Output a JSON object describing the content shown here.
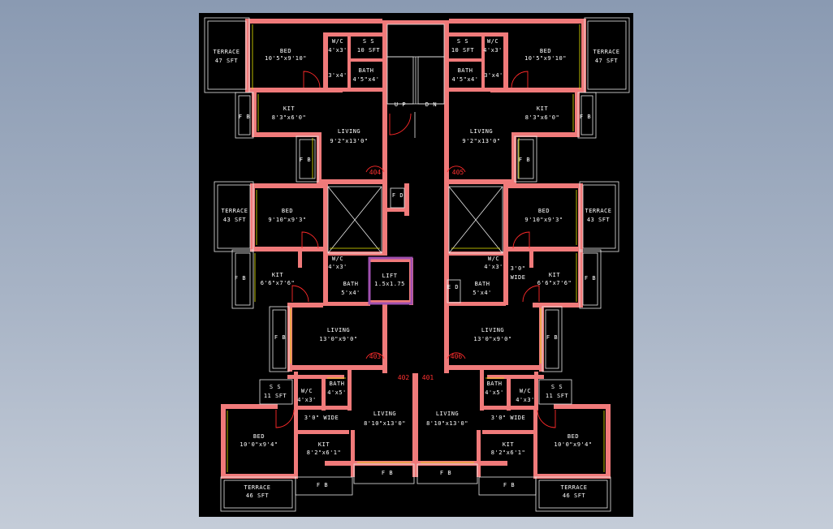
{
  "plan": {
    "colors": {
      "background": "#000000",
      "walls": "#f07a7a",
      "text": "#ffffff",
      "doors": "#ff2a2a",
      "windows": "#e6e600",
      "lift": "#a050b0"
    },
    "labels": [
      [
        "TERRACE",
        279,
        66
      ],
      [
        "47 SFT",
        279,
        77
      ],
      [
        "BED",
        352,
        65
      ],
      [
        "10'5\"x9'10\"",
        352,
        74
      ],
      [
        "W/C",
        416,
        53
      ],
      [
        "4'x3'",
        416,
        64
      ],
      [
        "S S",
        454,
        53
      ],
      [
        "10 SFT",
        454,
        64
      ],
      [
        "BATH",
        451,
        89
      ],
      [
        "4'5\"x4'",
        451,
        100
      ],
      [
        "3'x4'",
        416,
        95
      ],
      [
        "KIT",
        356,
        136
      ],
      [
        "8'3\"x6'0\"",
        356,
        147
      ],
      [
        "LIVING",
        430,
        164
      ],
      [
        "9'2\"x13'0\"",
        430,
        176
      ],
      [
        "F B",
        301,
        146
      ],
      [
        "F B",
        376,
        199
      ],
      [
        "U P",
        493,
        131
      ],
      [
        "D N",
        531,
        131
      ],
      [
        "S S",
        570,
        53
      ],
      [
        "10 SFT",
        570,
        64
      ],
      [
        "W/C",
        607,
        53
      ],
      [
        "4'x3'",
        607,
        64
      ],
      [
        "BATH",
        573,
        89
      ],
      [
        "4'5\"x4'",
        573,
        100
      ],
      [
        "3'x4'",
        608,
        95
      ],
      [
        "BED",
        672,
        65
      ],
      [
        "10'5\"x9'10\"",
        672,
        74
      ],
      [
        "TERRACE",
        747,
        66
      ],
      [
        "47 SFT",
        747,
        77
      ],
      [
        "KIT",
        668,
        136
      ],
      [
        "8'3\"x6'0\"",
        668,
        147
      ],
      [
        "LIVING",
        593,
        164
      ],
      [
        "9'2\"x13'0\"",
        593,
        176
      ],
      [
        "F B",
        721,
        146
      ],
      [
        "F B",
        646,
        199
      ],
      [
        "TERRACE",
        289,
        262
      ],
      [
        "43 SFT",
        289,
        273
      ],
      [
        "BED",
        354,
        262
      ],
      [
        "9'10\"x9'3\"",
        354,
        273
      ],
      [
        "F D",
        490,
        243
      ],
      [
        "W/C",
        416,
        321
      ],
      [
        "4'x3'",
        416,
        331
      ],
      [
        "LIFT",
        480,
        342
      ],
      [
        "1.5x1.75",
        480,
        352
      ],
      [
        "KIT",
        342,
        341
      ],
      [
        "6'6\"x7'6\"",
        342,
        351
      ],
      [
        "BATH",
        432,
        352
      ],
      [
        "5'x4'",
        432,
        363
      ],
      [
        "F B",
        296,
        345
      ],
      [
        "LIVING",
        417,
        409
      ],
      [
        "13'0\"x9'0\"",
        417,
        420
      ],
      [
        "F B",
        345,
        418
      ],
      [
        "BED",
        670,
        262
      ],
      [
        "9'10\"x9'3\"",
        670,
        273
      ],
      [
        "TERRACE",
        737,
        262
      ],
      [
        "43 SFT",
        737,
        273
      ],
      [
        "W/C",
        608,
        321
      ],
      [
        "4'x3'",
        608,
        331
      ],
      [
        "3'0\"",
        638,
        333
      ],
      [
        "WIDE",
        638,
        344
      ],
      [
        "KIT",
        683,
        341
      ],
      [
        "6'6\"x7'6\"",
        683,
        351
      ],
      [
        "E D",
        558,
        356
      ],
      [
        "BATH",
        594,
        352
      ],
      [
        "5'x4'",
        594,
        363
      ],
      [
        "F B",
        727,
        345
      ],
      [
        "LIVING",
        607,
        409
      ],
      [
        "13'0\"x9'0\"",
        607,
        420
      ],
      [
        "F B",
        680,
        418
      ],
      [
        "S S",
        339,
        479
      ],
      [
        "11 SFT",
        339,
        490
      ],
      [
        "W/C",
        378,
        484
      ],
      [
        "4'x3'",
        378,
        495
      ],
      [
        "BATH",
        415,
        475
      ],
      [
        "4'x5'",
        415,
        486
      ],
      [
        "3'0\" WIDE",
        396,
        517
      ],
      [
        "LIVING",
        474,
        512
      ],
      [
        "8'10\"x13'0\"",
        474,
        524
      ],
      [
        "BED",
        319,
        540
      ],
      [
        "10'0\"x9'4\"",
        319,
        550
      ],
      [
        "KIT",
        399,
        550
      ],
      [
        "8'2\"x6'1\"",
        399,
        560
      ],
      [
        "F B",
        477,
        585
      ],
      [
        "F B",
        397,
        600
      ],
      [
        "TERRACE",
        317,
        603
      ],
      [
        "46 SFT",
        317,
        613
      ],
      [
        "LIVING",
        551,
        512
      ],
      [
        "8'10\"x13'0\"",
        551,
        524
      ],
      [
        "BATH",
        609,
        475
      ],
      [
        "4'x5'",
        609,
        486
      ],
      [
        "W/C",
        647,
        484
      ],
      [
        "4'x3'",
        647,
        495
      ],
      [
        "S S",
        686,
        479
      ],
      [
        "11 SFT",
        686,
        490
      ],
      [
        "3'0\" WIDE",
        626,
        517
      ],
      [
        "KIT",
        626,
        550
      ],
      [
        "8'2\"x6'1\"",
        626,
        560
      ],
      [
        "BED",
        706,
        540
      ],
      [
        "10'0\"x9'4\"",
        706,
        550
      ],
      [
        "F B",
        549,
        585
      ],
      [
        "F B",
        627,
        600
      ],
      [
        "TERRACE",
        707,
        603
      ],
      [
        "46 SFT",
        707,
        613
      ]
    ],
    "doors": [
      [
        "404",
        462,
        215
      ],
      [
        "405",
        564,
        215
      ],
      [
        "403",
        462,
        442
      ],
      [
        "406",
        562,
        442
      ],
      [
        "402",
        497,
        468
      ],
      [
        "401",
        527,
        468
      ]
    ]
  }
}
